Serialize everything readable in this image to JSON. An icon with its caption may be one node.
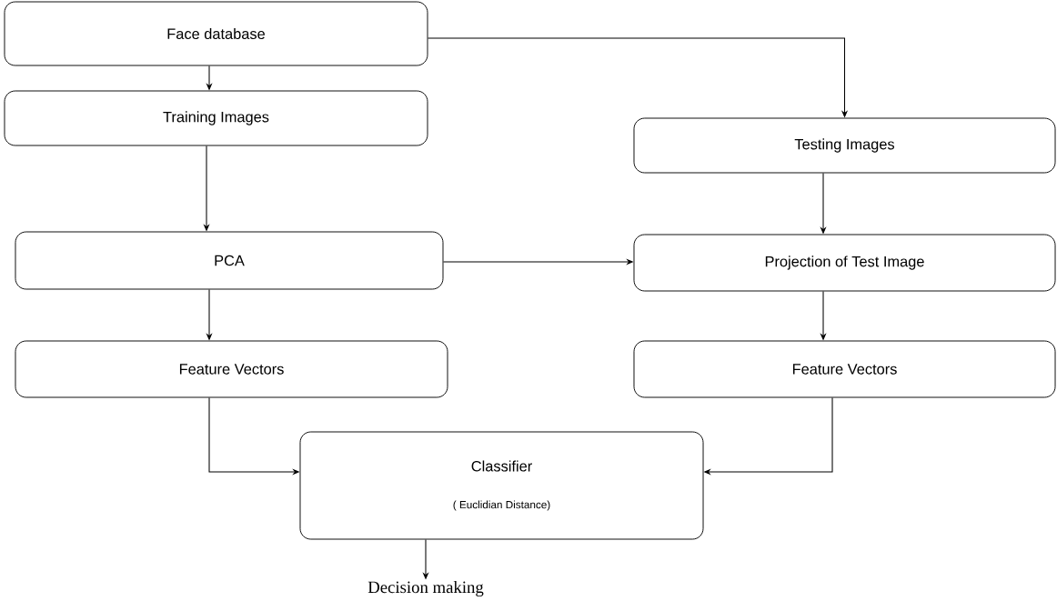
{
  "diagram": {
    "nodes": [
      {
        "text": [
          "Face database"
        ]
      },
      {
        "text": [
          "Training Images"
        ]
      },
      {
        "text": [
          "Testing Images"
        ]
      },
      {
        "text": [
          "PCA"
        ]
      },
      {
        "text": [
          "Projection of Test Image"
        ]
      },
      {
        "text": [
          "Feature Vectors"
        ]
      },
      {
        "text": [
          "Feature Vectors"
        ]
      },
      {
        "text": [
          "Classifier",
          "( Euclidian Distance)"
        ]
      },
      {
        "text": [
          "Decision making"
        ]
      }
    ],
    "edges": [
      {
        "from": 0,
        "to": 1,
        "arrow": "to"
      },
      {
        "from": 0,
        "to": 2,
        "arrow": "to"
      },
      {
        "from": 1,
        "to": 3,
        "arrow": "to"
      },
      {
        "from": 2,
        "to": 4,
        "arrow": "to"
      },
      {
        "from": 3,
        "to": 4,
        "arrow": "to"
      },
      {
        "from": 3,
        "to": 5,
        "arrow": "to"
      },
      {
        "from": 4,
        "to": 6,
        "arrow": "to"
      },
      {
        "from": 5,
        "to": 7,
        "arrow": "to"
      },
      {
        "from": 6,
        "to": 7,
        "arrow": "to"
      },
      {
        "from": 7,
        "to": 8,
        "arrow": "to"
      }
    ]
  }
}
